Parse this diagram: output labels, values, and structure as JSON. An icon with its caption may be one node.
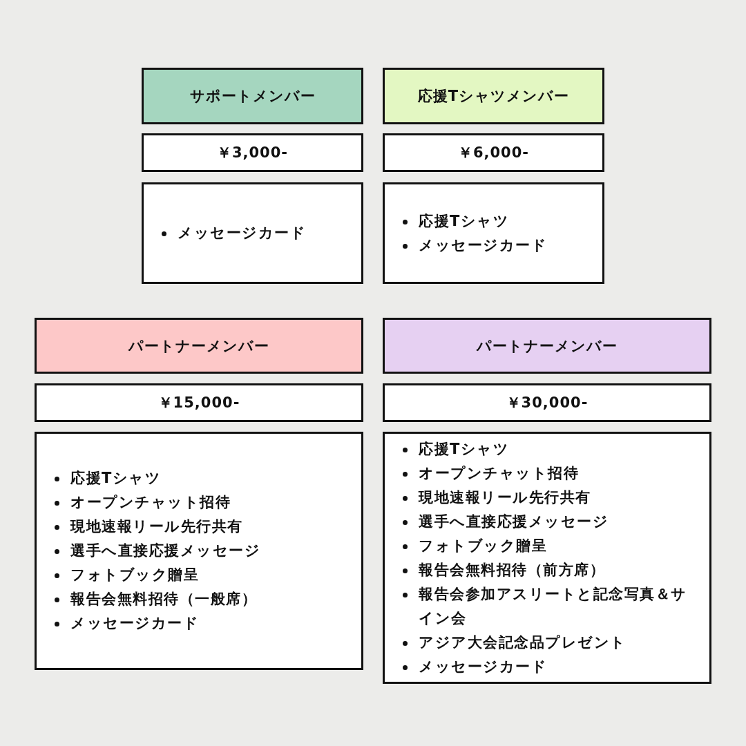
{
  "diagram": {
    "nodes": [
      {
        "text": [
          "サポートメンバー"
        ]
      },
      {
        "text": [
          "応援Tシャツメンバー"
        ]
      },
      {
        "text": [
          "￥3,000-"
        ]
      },
      {
        "text": [
          "￥6,000-"
        ]
      },
      {
        "text": [
          "メッセージカード"
        ]
      },
      {
        "text": [
          "応援Tシャツ",
          "メッセージカード"
        ]
      },
      {
        "text": [
          "パートナーメンバー"
        ]
      },
      {
        "text": [
          "パートナーメンバー"
        ]
      },
      {
        "text": [
          "￥15,000-"
        ]
      },
      {
        "text": [
          "￥30,000-"
        ]
      },
      {
        "text": [
          "応援Tシャツ",
          "オープンチャット招待",
          "現地速報リール先行共有",
          "選手へ直接応援メッセージ",
          "フォトブック贈呈",
          "報告会無料招待（一般席）",
          "メッセージカード"
        ]
      },
      {
        "text": [
          "応援Tシャツ",
          "オープンチャット招待",
          "現地速報リール先行共有",
          "選手へ直接応援メッセージ",
          "フォトブック贈呈",
          "報告会無料招待（前方席）",
          "報告会参加アスリートと記念写真＆サイン会",
          "アジア大会記念品プレゼント",
          "メッセージカード"
        ]
      }
    ]
  }
}
